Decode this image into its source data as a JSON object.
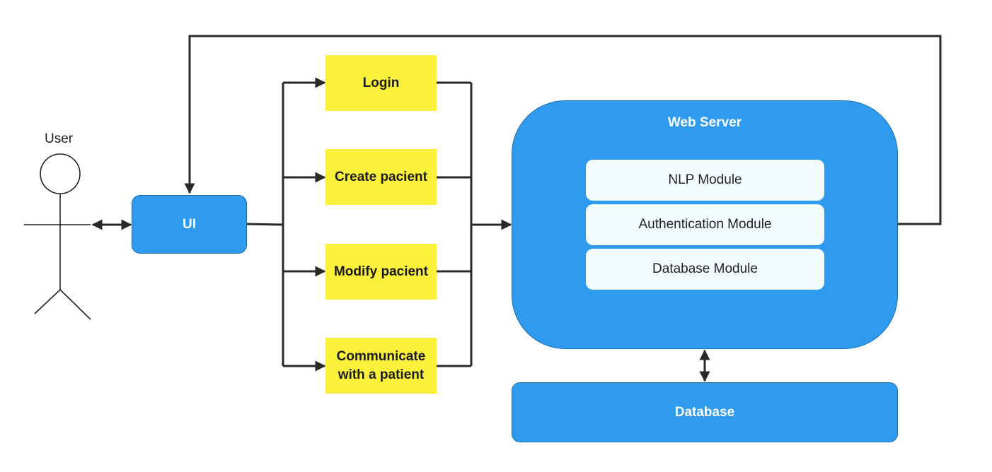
{
  "actor": {
    "label": "User"
  },
  "ui_box": {
    "label": "UI"
  },
  "actions": [
    {
      "label": "Login"
    },
    {
      "label": "Create pacient"
    },
    {
      "label": "Modify pacient"
    },
    {
      "label": "Communicate with a patient"
    }
  ],
  "web_server": {
    "title": "Web Server",
    "modules": [
      {
        "label": "NLP Module"
      },
      {
        "label": "Authentication Module"
      },
      {
        "label": "Database Module"
      }
    ]
  },
  "database": {
    "label": "Database"
  },
  "colors": {
    "blue_box": "#2e9bef",
    "yellow_box": "#fbf13b",
    "module_box": "#f2fbfd",
    "connector": "#2a2a2a"
  }
}
